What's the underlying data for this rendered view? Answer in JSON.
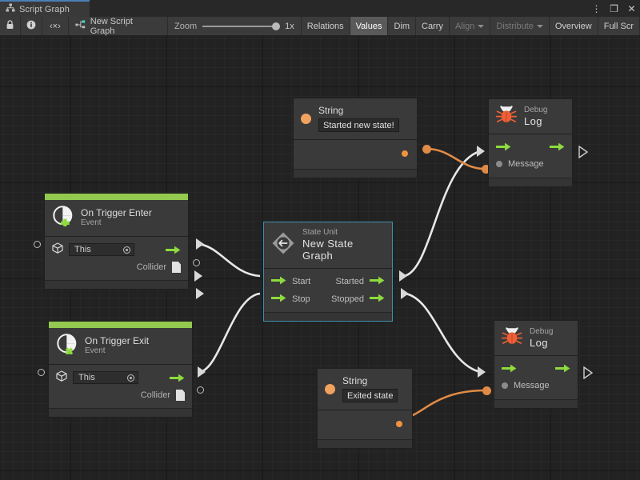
{
  "window": {
    "tab_label": "Script Graph",
    "tab_icon": "graph-icon",
    "buttons": [
      {
        "name": "more-options-button",
        "glyph": "⋮"
      },
      {
        "name": "maximize-button",
        "glyph": "❐"
      },
      {
        "name": "close-button",
        "glyph": "✕"
      }
    ]
  },
  "toolbar": {
    "lock_icon": "🔒",
    "info_icon": "i",
    "code_icon": "‹×›",
    "graph_name": "New Script Graph",
    "graph_icon": "script-graph-icon",
    "zoom_label": "Zoom",
    "zoom_value": "1x",
    "buttons": [
      {
        "name": "relations-button",
        "label": "Relations",
        "state": "normal"
      },
      {
        "name": "values-button",
        "label": "Values",
        "state": "active"
      },
      {
        "name": "dim-button",
        "label": "Dim",
        "state": "normal"
      },
      {
        "name": "carry-button",
        "label": "Carry",
        "state": "normal"
      },
      {
        "name": "align-dropdown",
        "label": "Align",
        "state": "disabled",
        "caret": true
      },
      {
        "name": "distribute-dropdown",
        "label": "Distribute",
        "state": "disabled",
        "caret": true
      },
      {
        "name": "overview-button",
        "label": "Overview",
        "state": "normal"
      },
      {
        "name": "fullscreen-button",
        "label": "Full Scr",
        "state": "normal"
      }
    ]
  },
  "graph": {
    "nodes": {
      "string_top": {
        "title": "String",
        "value": "Started new state!",
        "icon": "string-orange-dot-icon"
      },
      "string_bottom": {
        "title": "String",
        "value": "Exited state",
        "icon": "string-orange-dot-icon"
      },
      "debug_log_top": {
        "subtitle": "Debug",
        "title": "Log",
        "icon": "bug-icon",
        "input_port": "Message"
      },
      "debug_log_bottom": {
        "subtitle": "Debug",
        "title": "Log",
        "icon": "bug-icon",
        "input_port": "Message"
      },
      "on_trigger_enter": {
        "title": "On Trigger Enter",
        "subtitle": "Event",
        "icon": "event-plus-icon",
        "target_field": "This",
        "output_port": "Collider"
      },
      "on_trigger_exit": {
        "title": "On Trigger Exit",
        "subtitle": "Event",
        "icon": "event-cross-icon",
        "target_field": "This",
        "output_port": "Collider"
      },
      "state_unit": {
        "subtitle": "State Unit",
        "title": "New  State  Graph",
        "icon": "state-unit-icon",
        "selected": true,
        "inputs": [
          "Start",
          "Stop"
        ],
        "outputs": [
          "Started",
          "Stopped"
        ]
      }
    },
    "colors": {
      "event_accent": "#93c94f",
      "flow_wire": "#e8e8e8",
      "value_wire": "#e08b45",
      "selection": "#3d8fb0",
      "node_bg": "#3a3a3a",
      "canvas_bg": "#222222"
    }
  }
}
